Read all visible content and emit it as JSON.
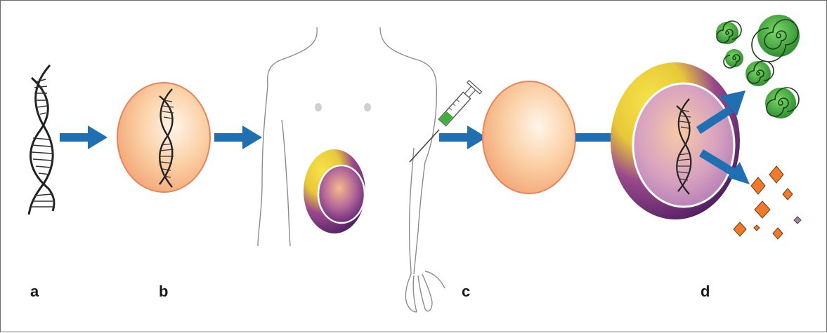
{
  "labels": {
    "a": "a",
    "b": "b",
    "c": "c",
    "d": "d"
  },
  "colors": {
    "arrow": "#1f6fb2",
    "cell_fill": "#f9c79a",
    "cell_outline": "#e8845a",
    "tumor_purple": "#6a2a7a",
    "tumor_yellow": "#f2d43a",
    "green_product": "#3fae3a",
    "orange_product": "#f07a2a",
    "body_outline": "#8c8c8c"
  },
  "icons": {
    "dna": "dna-helix-icon",
    "cell": "cell-icon",
    "body": "human-torso-icon",
    "syringe": "syringe-icon",
    "tumor": "tumor-cell-icon",
    "protein": "spiral-protein-icon",
    "particle": "diamond-particle-icon"
  }
}
